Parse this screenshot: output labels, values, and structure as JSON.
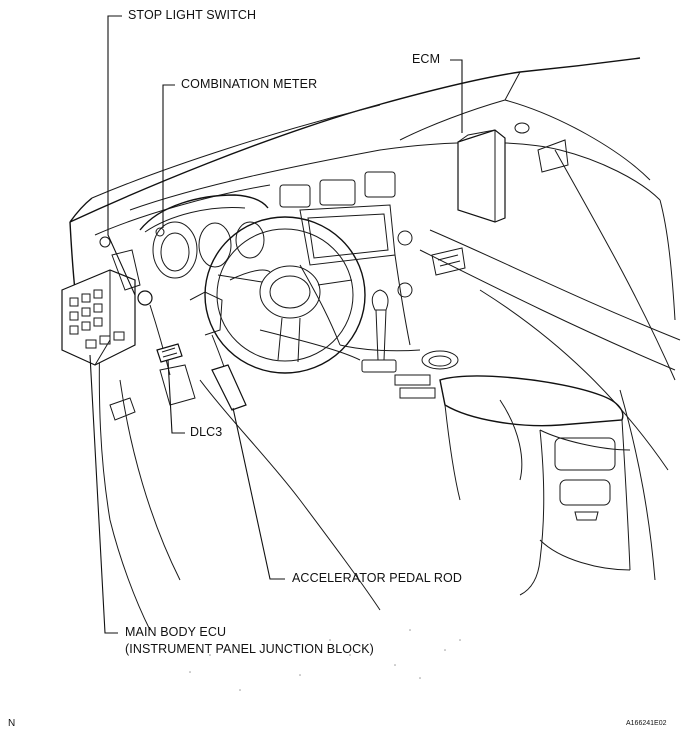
{
  "labels": {
    "stop_light_switch": "STOP LIGHT SWITCH",
    "combination_meter": "COMBINATION METER",
    "ecm": "ECM",
    "dlc3": "DLC3",
    "accelerator_pedal_rod": "ACCELERATOR PEDAL ROD",
    "main_body_ecu_line1": "MAIN BODY ECU",
    "main_body_ecu_line2": "(INSTRUMENT PANEL JUNCTION BLOCK)"
  },
  "corner_left": "N",
  "figure_code": "A166241E02"
}
